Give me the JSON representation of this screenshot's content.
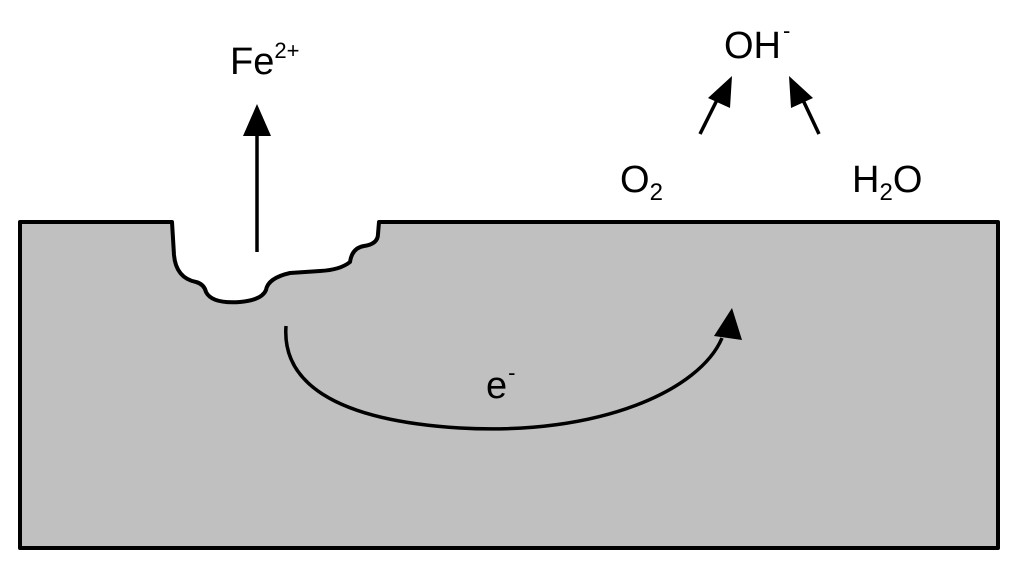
{
  "colors": {
    "metal_fill": "#c0c0c0",
    "stroke": "#000000",
    "background": "#ffffff"
  },
  "labels": {
    "iron_ion": {
      "base": "Fe",
      "sup": "2+"
    },
    "hydroxide": {
      "base": "OH",
      "sup": "-"
    },
    "oxygen": {
      "base": "O",
      "sub": "2"
    },
    "water": {
      "pre": "H",
      "sub": "2",
      "post": "O"
    },
    "electron": {
      "base": "e",
      "sup": "-"
    }
  }
}
